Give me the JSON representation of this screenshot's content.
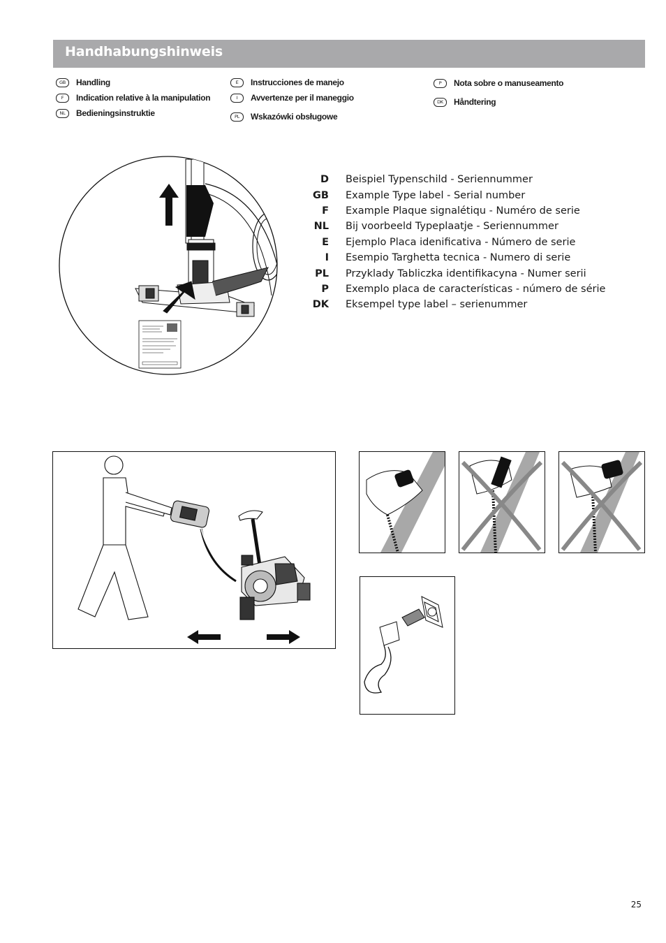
{
  "header": {
    "title": "Handhabungshinweis"
  },
  "languages": {
    "col1": [
      {
        "code": "GB",
        "label": "Handling"
      },
      {
        "code": "F",
        "label": "Indication relative à la manipulation"
      },
      {
        "code": "NL",
        "label": "Bedieningsinstruktie"
      }
    ],
    "col2": [
      {
        "code": "E",
        "label": "Instrucciones de manejo"
      },
      {
        "code": "I",
        "label": "Avvertenze per il maneggio"
      },
      {
        "code": "PL",
        "label": "Wskazówki obsługowe"
      }
    ],
    "col3": [
      {
        "code": "P",
        "label": "Nota sobre o manuseamento"
      },
      {
        "code": "DK",
        "label": "Håndtering"
      }
    ]
  },
  "serial_labels": [
    {
      "code": "D",
      "text": "Beispiel  Typenschild - Seriennummer"
    },
    {
      "code": "GB",
      "text": "Example Type label - Serial number"
    },
    {
      "code": "F",
      "text": "Example Plaque signalétiqu - Numéro de serie"
    },
    {
      "code": "NL",
      "text": "Bij voorbeeld Typeplaatje - Seriennummer"
    },
    {
      "code": "E",
      "text": "Ejemplo Placa idenificativa - Número de serie"
    },
    {
      "code": "I",
      "text": "Esempio Targhetta tecnica - Numero di serie"
    },
    {
      "code": "PL",
      "text": "Przyklady Tabliczka identifikacyna - Numer serii"
    },
    {
      "code": "P",
      "text": "Exemplo placa de características - número de série"
    },
    {
      "code": "DK",
      "text": "Eksempel type label – serienummer"
    }
  ],
  "page_number": "25"
}
